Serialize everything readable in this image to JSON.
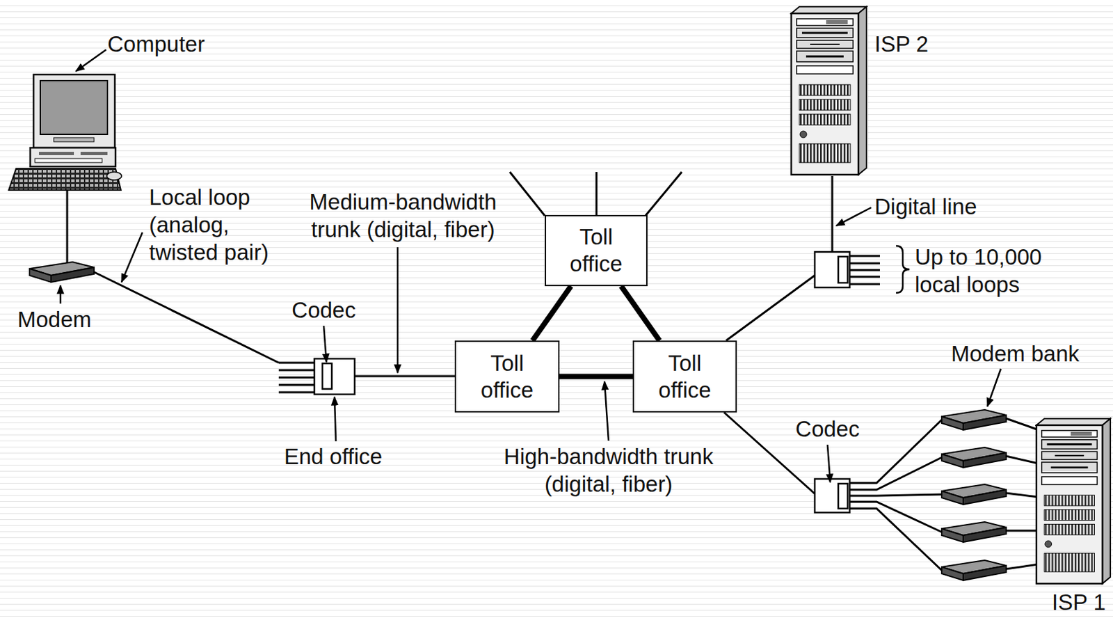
{
  "diagram": {
    "nodes": [
      {
        "text": [
          "Toll office"
        ]
      },
      {
        "text": [
          "Toll office"
        ]
      },
      {
        "text": [
          "Toll office"
        ]
      }
    ],
    "edges": [
      {
        "from": 0,
        "to": 1,
        "arrow": "none"
      },
      {
        "from": 0,
        "to": 2,
        "arrow": "none"
      },
      {
        "from": 1,
        "to": 2,
        "arrow": "none"
      }
    ],
    "labels": [
      "Computer",
      "Local loop (analog, twisted pair)",
      "Modem",
      "Medium-bandwidth trunk (digital, fiber)",
      "Codec",
      "End office",
      "High-bandwidth trunk (digital, fiber)",
      "ISP 2",
      "Digital line",
      "Up to 10,000 local loops",
      "Modem bank",
      "Codec",
      "ISP 1"
    ]
  }
}
